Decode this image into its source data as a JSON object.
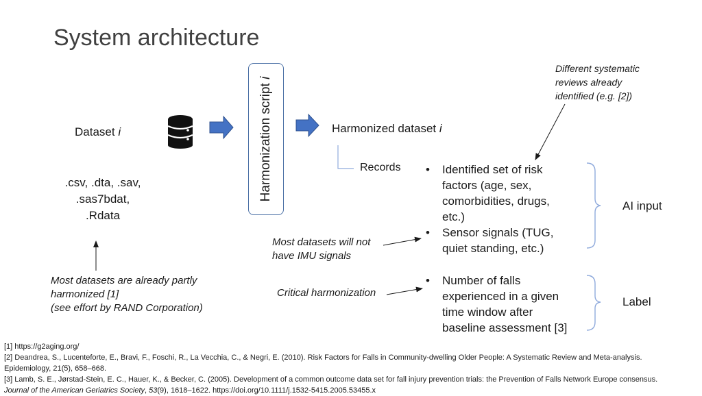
{
  "title": "System architecture",
  "dataset": {
    "label": "Dataset",
    "label_var": "i",
    "formats_line1": ".csv, .dta, .sav,",
    "formats_line2": ".sas7bdat,",
    "formats_line3": ".Rdata",
    "icon": "database-icon"
  },
  "script": {
    "label": "Harmonization script",
    "label_var": "i"
  },
  "harmonized": {
    "label": "Harmonized dataset",
    "label_var": "i",
    "records_label": "Records"
  },
  "notes": {
    "reviews": [
      "Different systematic",
      "reviews already",
      "identified (e.g. [2])"
    ],
    "partly": [
      "Most datasets are already partly",
      "harmonized [1]",
      "(see effort by RAND Corporation)"
    ],
    "imu": [
      "Most datasets will not",
      "have IMU signals"
    ],
    "critical": "Critical harmonization"
  },
  "bullet_char": "•",
  "bullets_input": [
    [
      "Identified set of risk",
      "factors (age, sex,",
      "comorbidities, drugs,",
      "etc.)"
    ],
    [
      "Sensor signals (TUG,",
      "quiet standing, etc.)"
    ]
  ],
  "bullets_label": [
    [
      "Number of falls",
      "experienced in a given",
      "time window after",
      "baseline assessment [3]"
    ]
  ],
  "brace_labels": {
    "ai_input": "AI input",
    "label": "Label"
  },
  "references": {
    "ref1": "[1] https://g2aging.org/",
    "ref2": "[2] Deandrea, S., Lucenteforte, E., Bravi, F., Foschi, R., La Vecchia, C., & Negri, E. (2010). Risk Factors for Falls in Community-dwelling Older People: A Systematic Review and Meta-analysis.",
    "ref2b": "Epidemiology, 21(5), 658–668.",
    "ref3": "[3] Lamb, S. E., Jørstad-Stein, E. C., Hauer, K., & Becker, C. (2005). Development of a common outcome data set for fall injury prevention trials: the Prevention of Falls Network Europe consensus.",
    "ref3b_journal": "Journal of the American Geriatrics Society",
    "ref3b_sep": ", ",
    "ref3b_vol": "53",
    "ref3b_rest": "(9), 1618–1622. https://doi.org/10.1111/j.1532-5415.2005.53455.x"
  },
  "colors": {
    "arrow_fill": "#4472c4",
    "arrow_stroke": "#2f528f",
    "brace": "#8faadc",
    "connector": "#8faadc",
    "box_border": "#4a6fa5"
  }
}
